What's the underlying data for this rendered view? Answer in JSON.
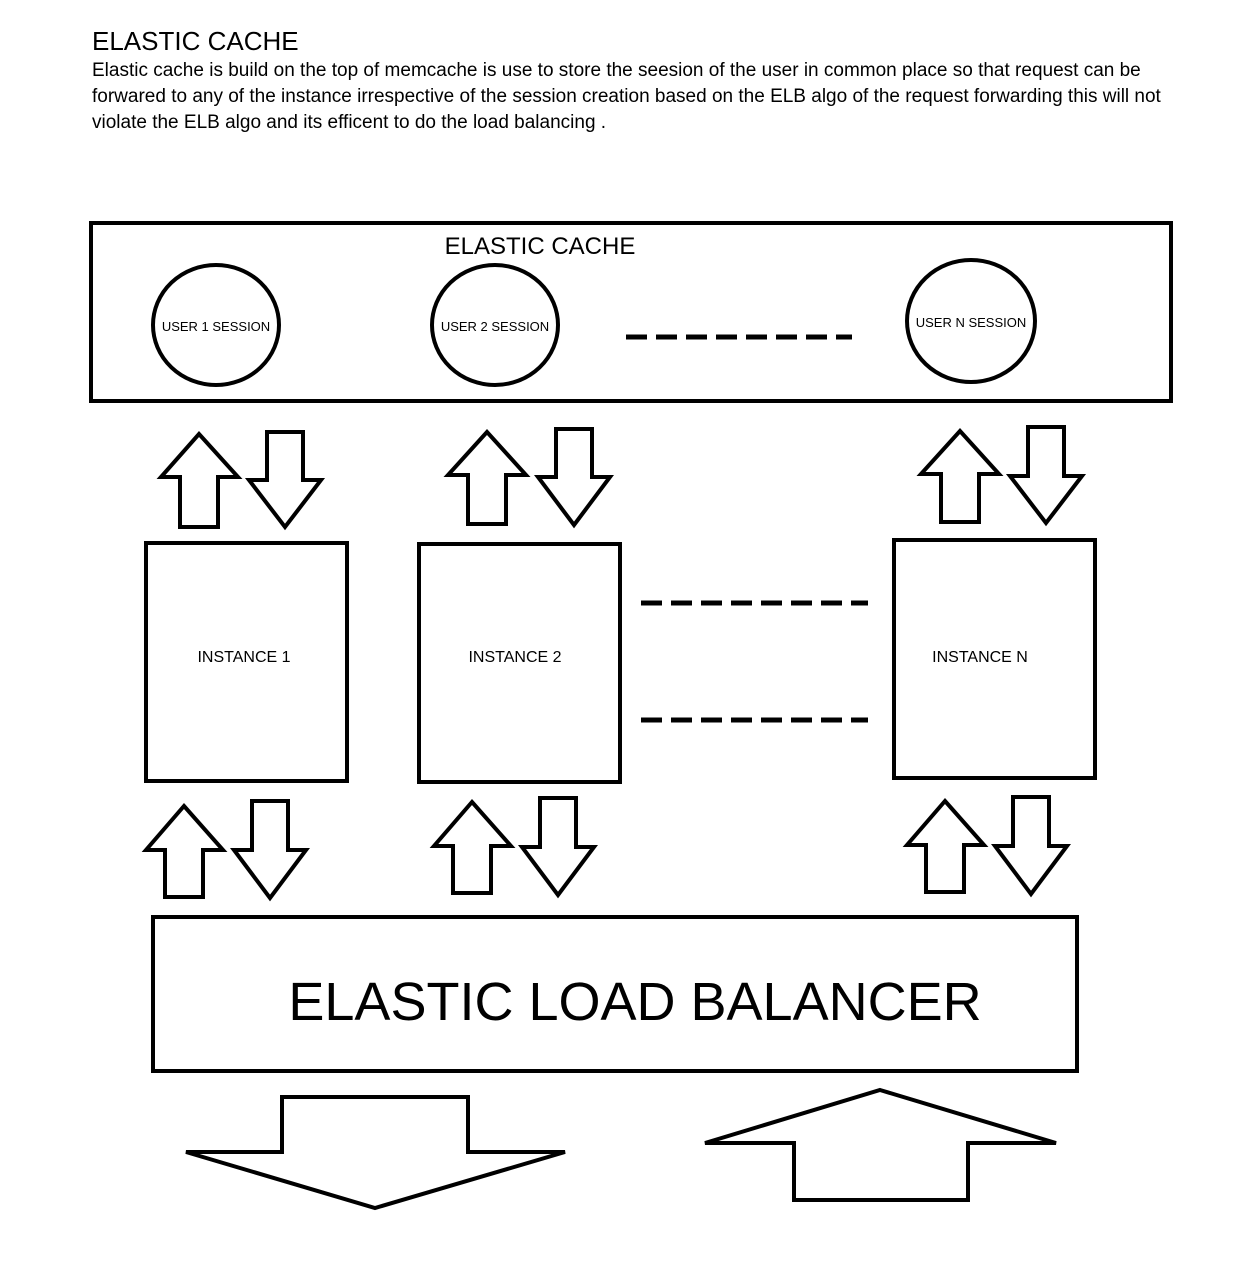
{
  "header": {
    "title": "ELASTIC CACHE",
    "description": "Elastic cache is build on the top of memcache is use to store the seesion of the user in common place so that request can be forwared to any of the instance irrespective of the session creation based on the ELB algo of the request forwarding this will not violate the ELB algo and its efficent to do the load balancing ."
  },
  "diagram": {
    "cache_box": {
      "label": "ELASTIC CACHE",
      "sessions": [
        {
          "label": "USER 1 SESSION"
        },
        {
          "label": "USER 2 SESSION"
        },
        {
          "label": "USER N SESSION"
        }
      ]
    },
    "instances": [
      {
        "label": "INSTANCE 1"
      },
      {
        "label": "INSTANCE 2"
      },
      {
        "label": "INSTANCE N"
      }
    ],
    "load_balancer": {
      "label": "ELASTIC LOAD BALANCER"
    }
  },
  "colors": {
    "stroke": "#000000",
    "background": "#ffffff"
  }
}
